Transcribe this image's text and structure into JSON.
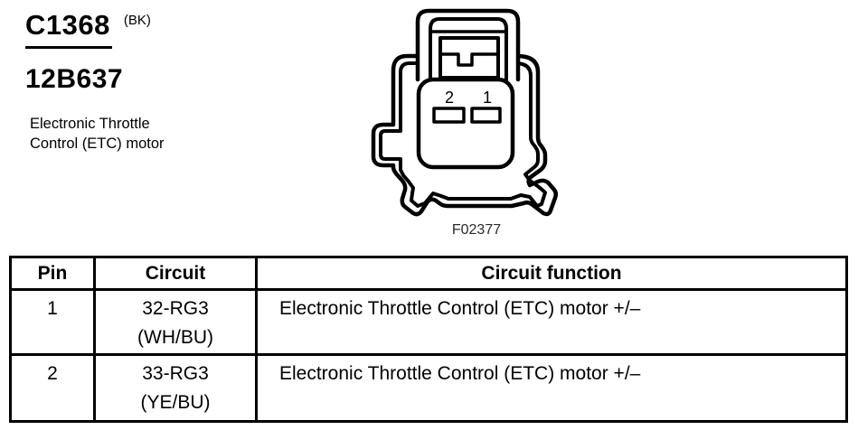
{
  "colors": {
    "ink": "#000000",
    "paper": "#ffffff",
    "figure_caption": "#2a2a2a"
  },
  "header": {
    "connector_id": "C1368",
    "housing_color": "(BK)",
    "part_number": "12B637",
    "description": "Electronic Throttle Control (ETC) motor"
  },
  "diagram": {
    "cavity_labels": [
      "2",
      "1"
    ],
    "figure_id": "F02377"
  },
  "pinout_table": {
    "headers": {
      "pin": "Pin",
      "circuit": "Circuit",
      "function": "Circuit function"
    },
    "rows": [
      {
        "pin": "1",
        "circuit": "32-RG3",
        "wire_color": "(WH/BU)",
        "function": "Electronic Throttle Control (ETC) motor +/–"
      },
      {
        "pin": "2",
        "circuit": "33-RG3",
        "wire_color": "(YE/BU)",
        "function": "Electronic Throttle Control (ETC) motor +/–"
      }
    ]
  }
}
